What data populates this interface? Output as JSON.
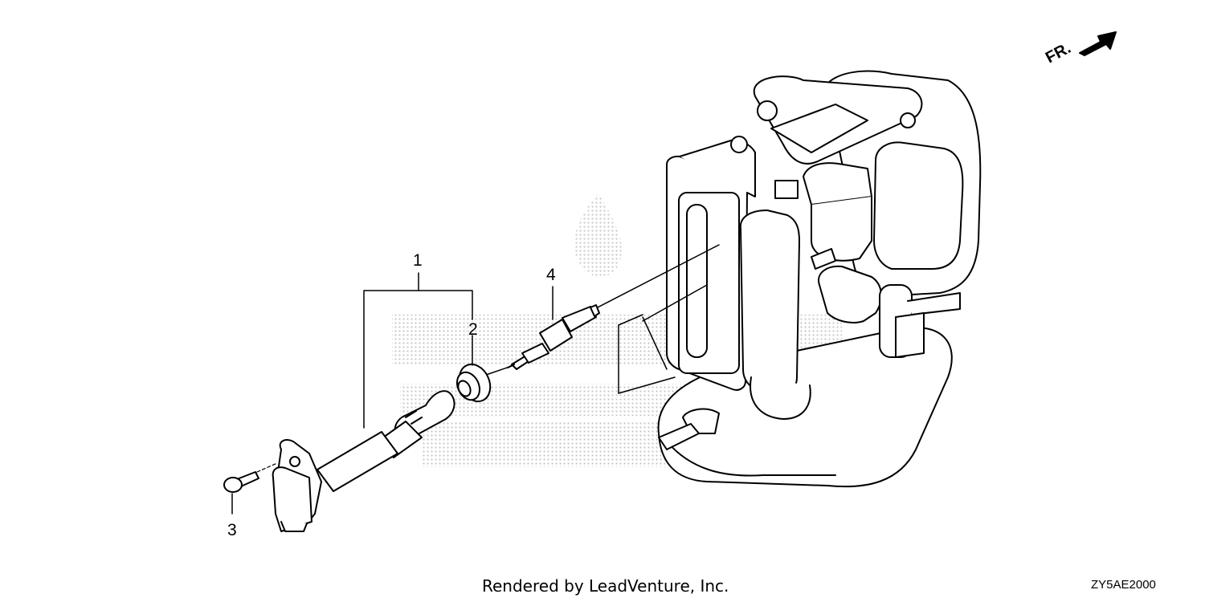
{
  "callouts": {
    "c1": "1",
    "c2": "2",
    "c3": "3",
    "c4": "4"
  },
  "direction_label": "FR.",
  "footer": {
    "credit": "Rendered by LeadVenture, Inc.",
    "diagram_code": "ZY5AE2000"
  },
  "parts": [
    {
      "ref": "1",
      "icon": "ignition-coil-icon"
    },
    {
      "ref": "2",
      "icon": "seal-icon"
    },
    {
      "ref": "3",
      "icon": "bolt-icon"
    },
    {
      "ref": "4",
      "icon": "spark-plug-icon"
    }
  ],
  "colors": {
    "line": "#000000",
    "watermark": "#bdbdbd",
    "background": "#ffffff"
  }
}
